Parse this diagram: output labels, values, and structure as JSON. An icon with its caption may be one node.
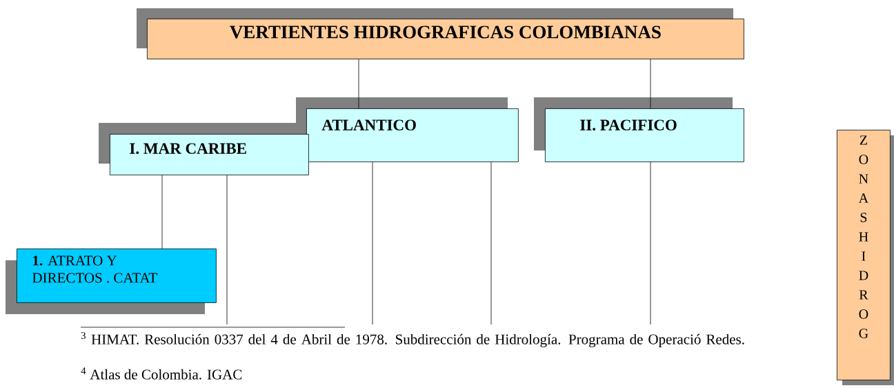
{
  "diagram": {
    "nodes": [
      {
        "text": [
          "VERTIENTES  HIDROGRAFICAS COLOMBIANAS"
        ]
      },
      {
        "text": [
          "ATLANTICO"
        ]
      },
      {
        "text": [
          "II.  PACIFICO"
        ]
      },
      {
        "text": [
          "I. MAR CARIBE"
        ]
      },
      {
        "text": [
          "**1.** ATRATO Y DIRECTOS . CATAT"
        ]
      },
      {
        "text": [
          "Z",
          "O",
          "N",
          "A",
          "S",
          "H",
          "I",
          "D",
          "R",
          "O",
          "G"
        ]
      }
    ],
    "edges": [
      {
        "from": 0,
        "to": 1,
        "arrow": "none"
      },
      {
        "from": 0,
        "to": 2,
        "arrow": "none"
      },
      {
        "from": 3,
        "to": 4,
        "arrow": "none"
      },
      {
        "from": 3,
        "to": null,
        "arrow": "none"
      },
      {
        "from": 1,
        "to": null,
        "arrow": "none"
      },
      {
        "from": 1,
        "to": null,
        "arrow": "none"
      },
      {
        "from": 2,
        "to": null,
        "arrow": "none"
      }
    ],
    "labels": [
      "$^{3}$ HIMAT. Resolución 0337 del 4 de Abril de 1978. Subdirección de Hidrología. Programa de Operació Redes.",
      "$^{4}$ Atlas de Colombia. IGAC"
    ]
  }
}
